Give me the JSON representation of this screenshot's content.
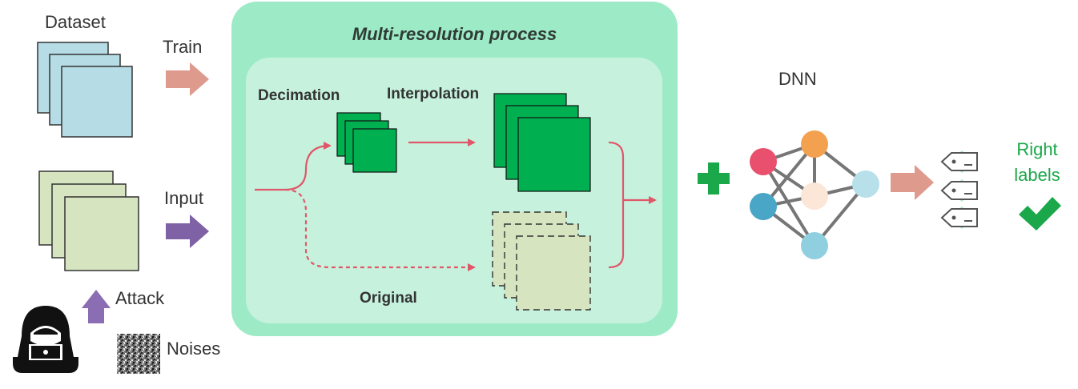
{
  "labels": {
    "dataset": "Dataset",
    "train": "Train",
    "input": "Input",
    "attack": "Attack",
    "noises": "Noises",
    "process_title": "Multi-resolution process",
    "decimation": "Decimation",
    "interpolation": "Interpolation",
    "original": "Original",
    "dnn": "DNN",
    "right_labels_line1": "Right",
    "right_labels_line2": "labels"
  },
  "colors": {
    "dataset_stack": "#b6dde6",
    "input_stack": "#d6e5c0",
    "train_arrow": "#df9a8e",
    "input_arrow": "#7f62a6",
    "attack_arrow": "#8a6db2",
    "process_outer": "#9deac6",
    "process_inner": "#c6f2dd",
    "decimated_images": "#00b050",
    "flow_line": "#e0576a",
    "plus_sign": "#1aa84a",
    "checkmark": "#1aa84a",
    "tag_fill": "#aee6c4",
    "dnn_nodes": [
      "#e8506d",
      "#f3a04f",
      "#4aa6c6",
      "#fbe6d8",
      "#b7e0ea",
      "#8fcfe0"
    ]
  },
  "icons": [
    "hacker-icon",
    "noise-image-icon",
    "label-tag-icon",
    "checkmark-icon",
    "plus-icon"
  ]
}
